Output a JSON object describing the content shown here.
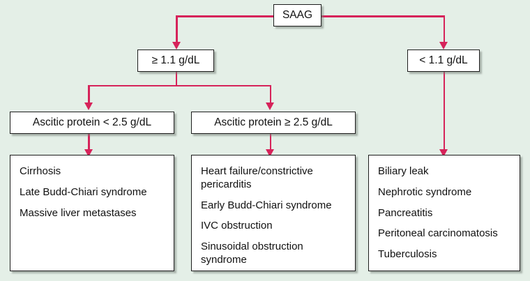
{
  "diagram": {
    "title_node": {
      "label": "SAAG"
    },
    "level2": [
      {
        "id": "saag-high",
        "label": "≥ 1.1 g/dL"
      },
      {
        "id": "saag-low",
        "label": "< 1.1 g/dL"
      }
    ],
    "level3": [
      {
        "id": "protein-low",
        "label": "Ascitic protein < 2.5 g/dL"
      },
      {
        "id": "protein-high",
        "label": "Ascitic protein ≥ 2.5 g/dL"
      }
    ],
    "outcomes": [
      {
        "id": "outcome-protein-low",
        "items": [
          "Cirrhosis",
          "Late Budd-Chiari syndrome",
          "Massive liver metastases"
        ]
      },
      {
        "id": "outcome-protein-high",
        "items": [
          "Heart failure/constrictive pericarditis",
          "Early Budd-Chiari syndrome",
          "IVC obstruction",
          "Sinusoidal obstruction syndrome"
        ]
      },
      {
        "id": "outcome-saag-low",
        "items": [
          "Biliary leak",
          "Nephrotic syndrome",
          "Pancreatitis",
          "Peritoneal carcinomatosis",
          "Tuberculosis"
        ]
      }
    ]
  },
  "colors": {
    "background": "#e4efe7",
    "connector": "#d6235a",
    "box_border": "#1d1d1d",
    "box_fill": "#ffffff",
    "text": "#111111"
  }
}
